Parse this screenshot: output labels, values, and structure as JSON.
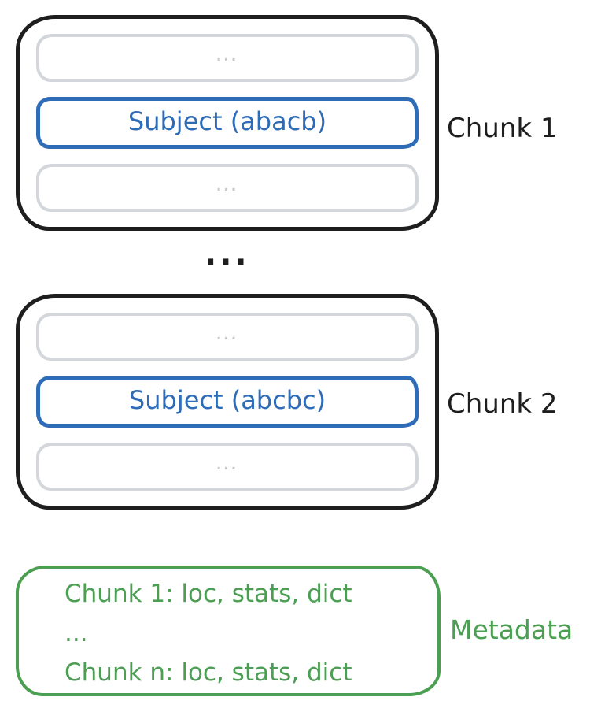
{
  "diagram": {
    "chunks": [
      {
        "label": "Chunk 1",
        "rows": [
          {
            "type": "placeholder",
            "text": "..."
          },
          {
            "type": "subject",
            "text": "Subject (abacb)"
          },
          {
            "type": "placeholder",
            "text": "..."
          }
        ]
      },
      {
        "label": "Chunk 2",
        "rows": [
          {
            "type": "placeholder",
            "text": "..."
          },
          {
            "type": "subject",
            "text": "Subject (abcbc)"
          },
          {
            "type": "placeholder",
            "text": "..."
          }
        ]
      }
    ],
    "ellipsis_between_chunks": "...",
    "metadata": {
      "label": "Metadata",
      "lines": [
        "Chunk 1: loc, stats, dict",
        "...",
        "Chunk n: loc, stats, dict"
      ]
    },
    "colors": {
      "chunk_outline": "#1e1e1e",
      "placeholder_outline": "#d3d6da",
      "placeholder_dots": "#c7cbd0",
      "subject_blue": "#2e6cb8",
      "metadata_green": "#4b9e52"
    }
  }
}
